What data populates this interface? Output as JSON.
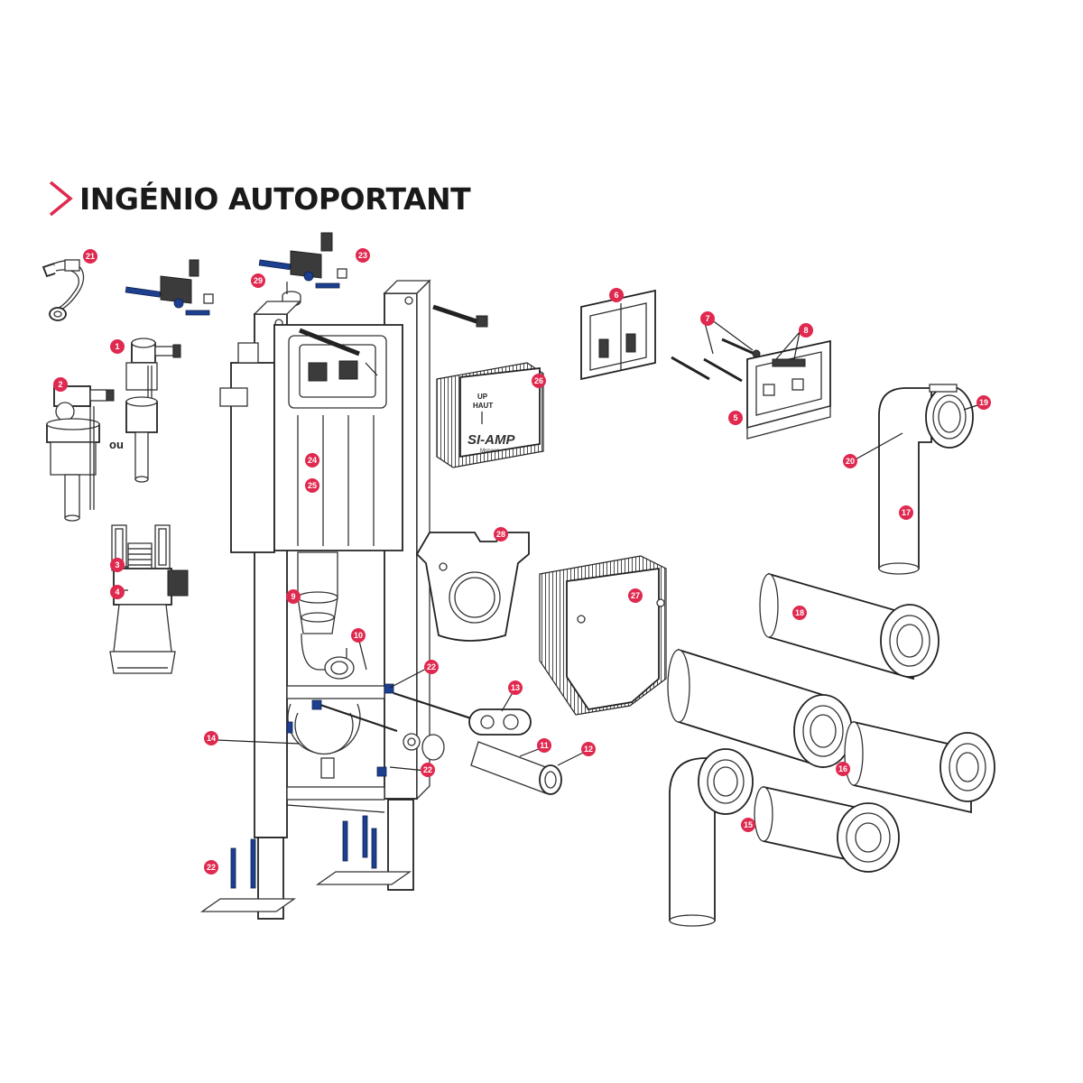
{
  "header": {
    "title": "INGÉNIO AUTOPORTANT"
  },
  "labels": {
    "ou": "ou",
    "box26_up": "UP",
    "box26_haut": "HAUT",
    "box26_brand": "SI-AMP",
    "box26_city": "Monaco"
  },
  "colors": {
    "accent": "#e0294f",
    "line": "#222222",
    "fastener_blue": "#1d3f8f"
  },
  "callouts": [
    "1",
    "2",
    "3",
    "4",
    "5",
    "6",
    "7",
    "8",
    "9",
    "10",
    "11",
    "12",
    "13",
    "14",
    "15",
    "16",
    "17",
    "18",
    "19",
    "20",
    "21",
    "22",
    "23",
    "24",
    "25",
    "26",
    "27",
    "28",
    "29"
  ],
  "callout_22_repeats": 3
}
